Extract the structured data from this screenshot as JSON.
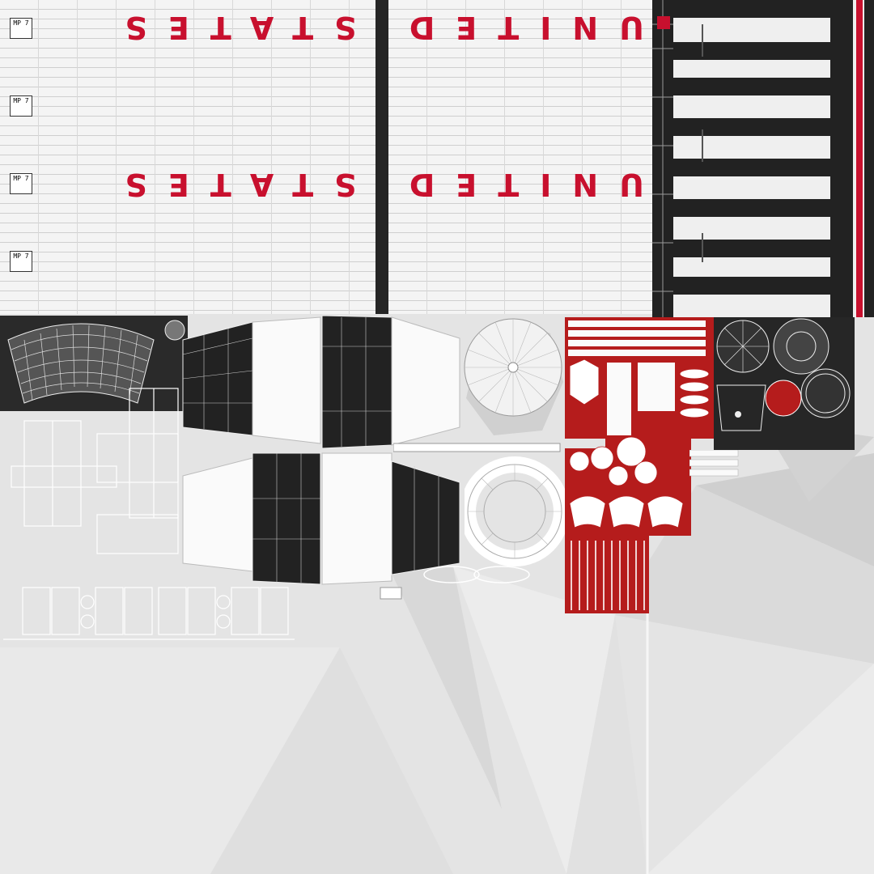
{
  "texture": {
    "top_lettering_row_1": "UNITED STATES",
    "top_lettering_row_2": "UNITED STATES",
    "lettering_color": "#c8102e",
    "stencil_tags": [
      "MP 7",
      "MP 7",
      "MP 7",
      "MP 7"
    ],
    "palette": {
      "background": "#e6e6e6",
      "panel_white": "#f2f2f2",
      "wire": "#ffffff",
      "dark": "#222222",
      "red": "#b51c1c"
    }
  }
}
